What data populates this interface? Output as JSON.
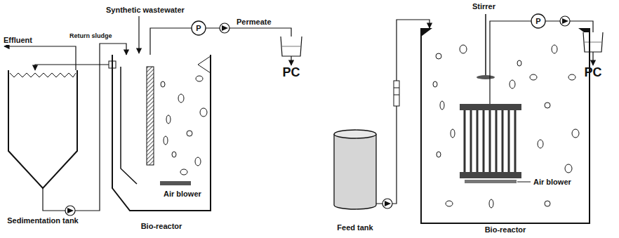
{
  "diagram": {
    "nodes": [
      {
        "text": [
          "Sedimentation tank"
        ]
      },
      {
        "text": [
          "Bio-reactor"
        ]
      },
      {
        "text": [
          "P"
        ]
      },
      {
        "text": [
          "PC"
        ]
      },
      {
        "text": [
          "Feed tank"
        ]
      },
      {
        "text": [
          "Bio-reactor"
        ]
      },
      {
        "text": [
          "P"
        ]
      },
      {
        "text": [
          "PC"
        ]
      }
    ],
    "edges": [
      {
        "from": 0,
        "to": 1,
        "label": "Return sludge",
        "arrow": "to"
      },
      {
        "from": 1,
        "to": 0,
        "arrow": "to"
      },
      {
        "from": 1,
        "to": 2,
        "arrow": "none"
      },
      {
        "from": 2,
        "to": 3,
        "label": "Permeate",
        "arrow": "to"
      },
      {
        "from": 4,
        "to": 5,
        "arrow": "to"
      },
      {
        "from": 5,
        "to": 6,
        "arrow": "none"
      },
      {
        "from": 6,
        "to": 7,
        "arrow": "to"
      }
    ],
    "labels": [
      "Effluent",
      "Synthetic wastewater",
      "Air blower",
      "Stirrer",
      "Air blower"
    ]
  }
}
